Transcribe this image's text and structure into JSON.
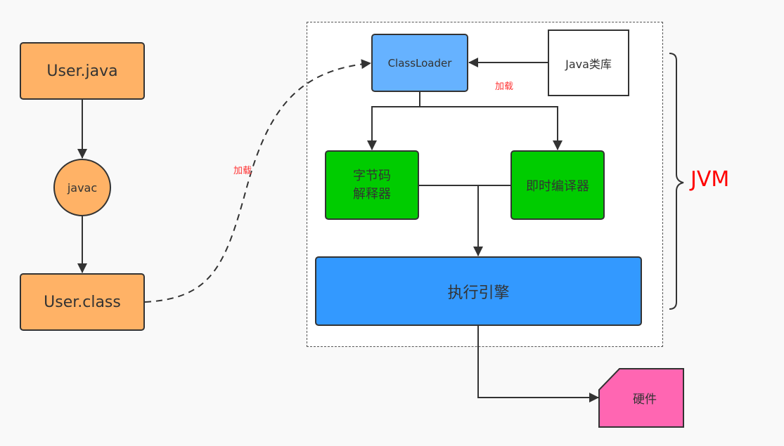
{
  "diagram": {
    "title": "JVM execution flow",
    "colors": {
      "source_file": "#ffb266",
      "classloader": "#66b2ff",
      "java_library": "#ffffff",
      "interpreter": "#00cc00",
      "jit": "#00cc00",
      "engine": "#3399ff",
      "hardware": "#ff66b2",
      "annotation": "#ff0000",
      "stroke": "#333333"
    },
    "nodes": {
      "user_java": "User.java",
      "javac": "javac",
      "user_class": "User.class",
      "classloader": "ClassLoader",
      "java_library": "Java类库",
      "interpreter_line1": "字节码",
      "interpreter_line2": "解释器",
      "jit_compiler": "即时编译器",
      "execution_engine": "执行引擎",
      "hardware": "硬件"
    },
    "labels": {
      "load_from_library": "加载",
      "load_from_class": "加载",
      "jvm_group": "JVM"
    },
    "edges": [
      {
        "from": "User.java",
        "to": "javac",
        "style": "solid"
      },
      {
        "from": "javac",
        "to": "User.class",
        "style": "solid"
      },
      {
        "from": "User.class",
        "to": "ClassLoader",
        "style": "dashed",
        "label": "加载"
      },
      {
        "from": "Java类库",
        "to": "ClassLoader",
        "style": "solid",
        "label": "加载"
      },
      {
        "from": "ClassLoader",
        "to": "字节码解释器",
        "style": "solid"
      },
      {
        "from": "ClassLoader",
        "to": "即时编译器",
        "style": "solid"
      },
      {
        "from": "字节码解释器",
        "to": "执行引擎",
        "style": "solid"
      },
      {
        "from": "即时编译器",
        "to": "执行引擎",
        "style": "solid"
      },
      {
        "from": "执行引擎",
        "to": "硬件",
        "style": "solid"
      }
    ]
  }
}
